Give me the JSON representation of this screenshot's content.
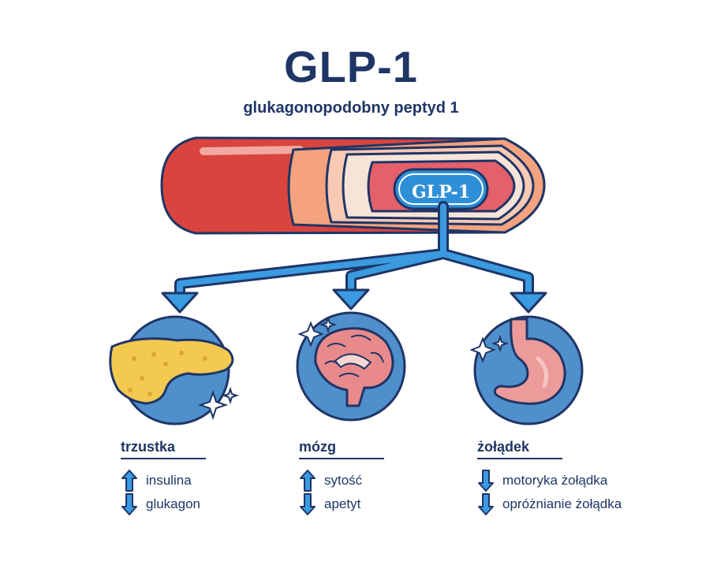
{
  "title": "GLP-1",
  "subtitle": "glukagonopodobny peptyd 1",
  "vessel_label": "GLP-1",
  "colors": {
    "navy": "#1f3566",
    "arrow_blue": "#2f8fd6",
    "circle_blue": "#4f8fcc",
    "vessel_red": "#d9453e"
  },
  "organs": [
    {
      "name": "trzustka",
      "icon": "pancreas-icon",
      "effects": [
        {
          "text": "insulina",
          "direction": "up"
        },
        {
          "text": "glukagon",
          "direction": "down"
        }
      ]
    },
    {
      "name": "mózg",
      "icon": "brain-icon",
      "effects": [
        {
          "text": "sytość",
          "direction": "up"
        },
        {
          "text": "apetyt",
          "direction": "down"
        }
      ]
    },
    {
      "name": "żołądek",
      "icon": "stomach-icon",
      "effects": [
        {
          "text": "motoryka żołądka",
          "direction": "down"
        },
        {
          "text": "opróżnianie żołądka",
          "direction": "down"
        }
      ]
    }
  ]
}
